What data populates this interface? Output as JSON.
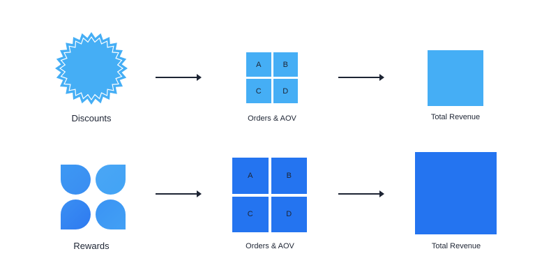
{
  "colors": {
    "light_blue": "#45aef5",
    "dark_blue": "#2474f0",
    "text": "#1d2433"
  },
  "rows": [
    {
      "source": {
        "label": "Discounts",
        "icon": "starburst-badge-icon"
      },
      "orders": {
        "label": "Orders & AOV",
        "cells": [
          "A",
          "B",
          "C",
          "D"
        ]
      },
      "revenue": {
        "label": "Total Revenue"
      }
    },
    {
      "source": {
        "label": "Rewards",
        "icon": "petal-clover-icon"
      },
      "orders": {
        "label": "Orders & AOV",
        "cells": [
          "A",
          "B",
          "C",
          "D"
        ]
      },
      "revenue": {
        "label": "Total Revenue"
      }
    }
  ]
}
